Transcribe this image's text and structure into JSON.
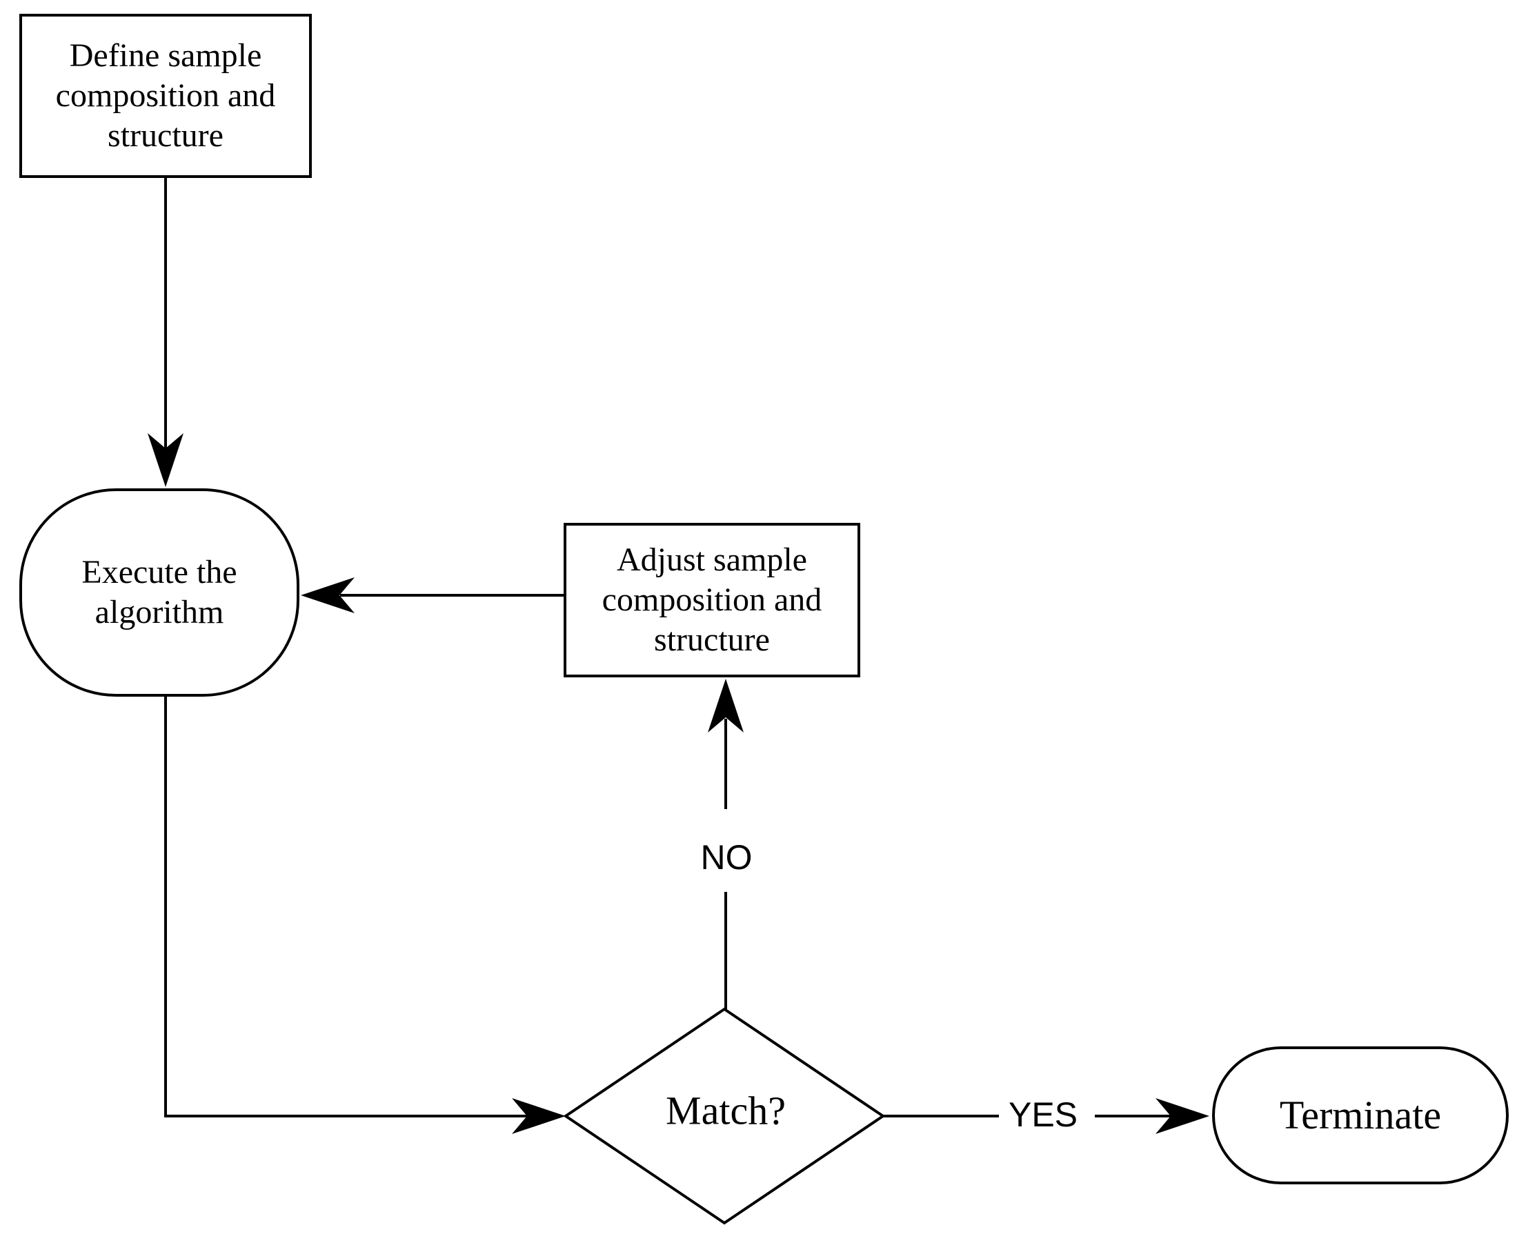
{
  "diagram": {
    "type": "flowchart",
    "background_color": "#ffffff",
    "stroke_color": "#000000",
    "text_color": "#000000",
    "nodes": {
      "define": {
        "label": "Define sample composition and structure",
        "shape": "rectangle"
      },
      "execute": {
        "label": "Execute the algorithm",
        "shape": "rounded"
      },
      "adjust": {
        "label": "Adjust sample composition and structure",
        "shape": "rectangle"
      },
      "match": {
        "label": "Match?",
        "shape": "diamond"
      },
      "terminate": {
        "label": "Terminate",
        "shape": "rounded"
      }
    },
    "edges": [
      {
        "from": "define",
        "to": "execute",
        "label": ""
      },
      {
        "from": "execute",
        "to": "match",
        "label": ""
      },
      {
        "from": "match",
        "to": "adjust",
        "label": "NO"
      },
      {
        "from": "adjust",
        "to": "execute",
        "label": ""
      },
      {
        "from": "match",
        "to": "terminate",
        "label": "YES"
      }
    ]
  }
}
